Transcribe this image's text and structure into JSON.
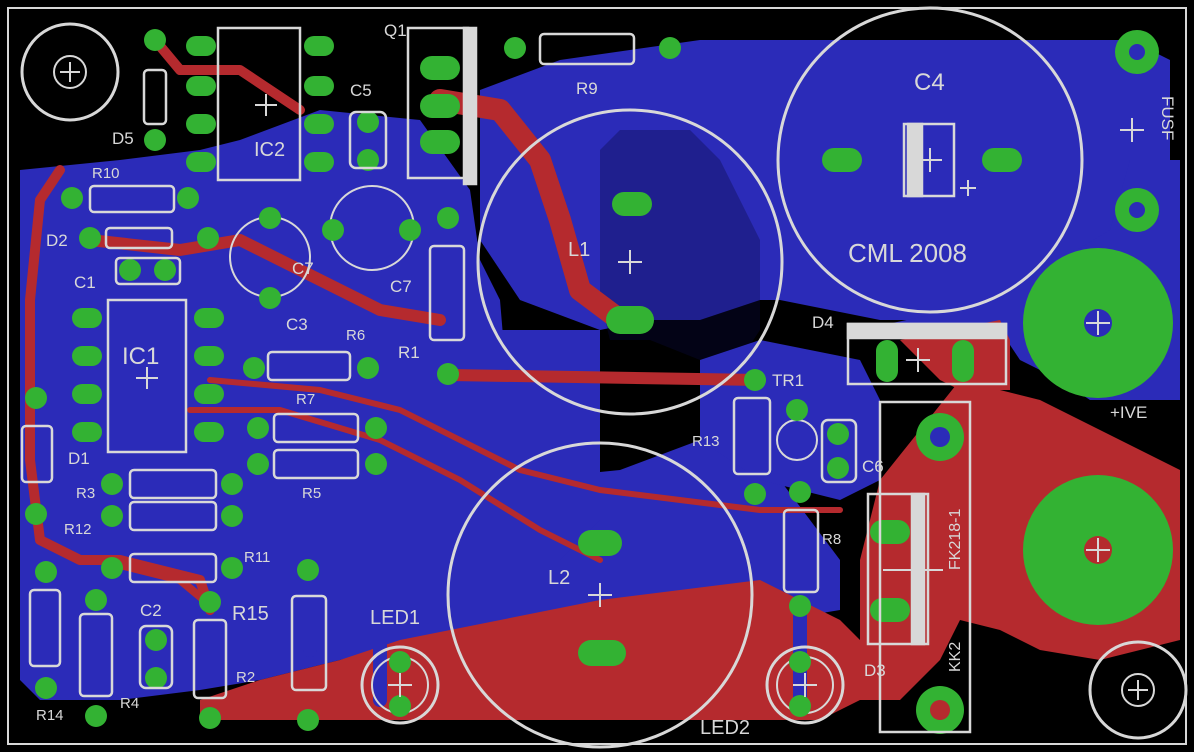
{
  "colors": {
    "background": "#000000",
    "bottom_copper": "#2b2bb8",
    "top_copper": "#b52a2e",
    "pad": "#33b233",
    "silkscreen": "#d8d8d8"
  },
  "board": {
    "text_mark": "CML 2008"
  },
  "labels": {
    "q1": "Q1",
    "r9": "R9",
    "c4": "C4",
    "fusf": "FUSF",
    "c5": "C5",
    "ic2": "IC2",
    "d5": "D5",
    "r10": "R10",
    "d2": "D2",
    "c1": "C1",
    "c7a": "C7",
    "c7b": "C7",
    "l1": "L1",
    "c3": "C3",
    "r6": "R6",
    "r1": "R1",
    "ic1": "IC1",
    "d4": "D4",
    "ive": "+IVE",
    "tr1": "TR1",
    "r7": "R7",
    "r13": "R13",
    "c6": "C6",
    "d1": "D1",
    "r5": "R5",
    "r3": "R3",
    "r12": "R12",
    "r8": "R8",
    "fk": "FK218-1",
    "r11": "R11",
    "l2": "L2",
    "c2": "C2",
    "r15": "R15",
    "led1": "LED1",
    "kk2": "KK2",
    "d3": "D3",
    "r2": "R2",
    "r14": "R14",
    "r4": "R4",
    "led2": "LED2"
  }
}
